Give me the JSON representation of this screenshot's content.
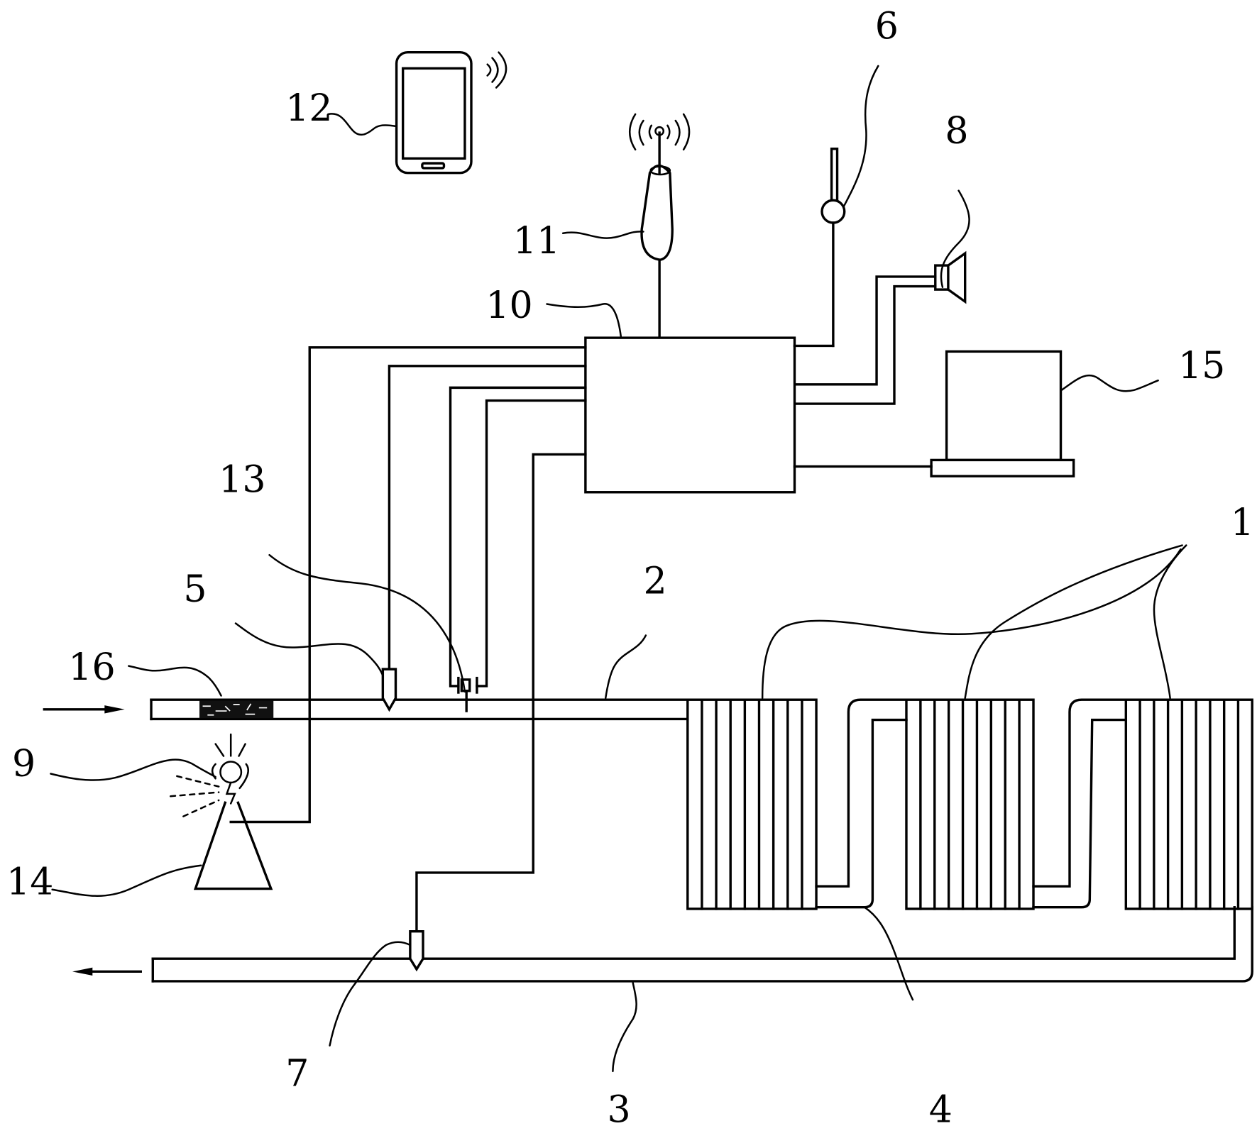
{
  "figure": {
    "type": "patent schematic",
    "background": "#ffffff",
    "line_color": "#000000"
  },
  "components": [
    {
      "id": "radiator_units",
      "label": "1",
      "count": 3
    },
    {
      "id": "inlet_pipe",
      "label": "2"
    },
    {
      "id": "return_pipe",
      "label": "3"
    },
    {
      "id": "connecting_pipe",
      "label": "4"
    },
    {
      "id": "inlet_sensor",
      "label": "5"
    },
    {
      "id": "thermometer",
      "label": "6"
    },
    {
      "id": "outlet_sensor",
      "label": "7"
    },
    {
      "id": "speaker_alarm",
      "label": "8"
    },
    {
      "id": "warning_light",
      "label": "9"
    },
    {
      "id": "controller",
      "label": "10"
    },
    {
      "id": "wireless_antenna",
      "label": "11"
    },
    {
      "id": "mobile_phone",
      "label": "12"
    },
    {
      "id": "flow_valve",
      "label": "13"
    },
    {
      "id": "lamp_stand",
      "label": "14"
    },
    {
      "id": "display_unit",
      "label": "15"
    },
    {
      "id": "filter",
      "label": "16"
    }
  ],
  "flow_arrows": [
    {
      "id": "inlet_arrow",
      "direction": "right"
    },
    {
      "id": "outlet_arrow",
      "direction": "left"
    }
  ]
}
